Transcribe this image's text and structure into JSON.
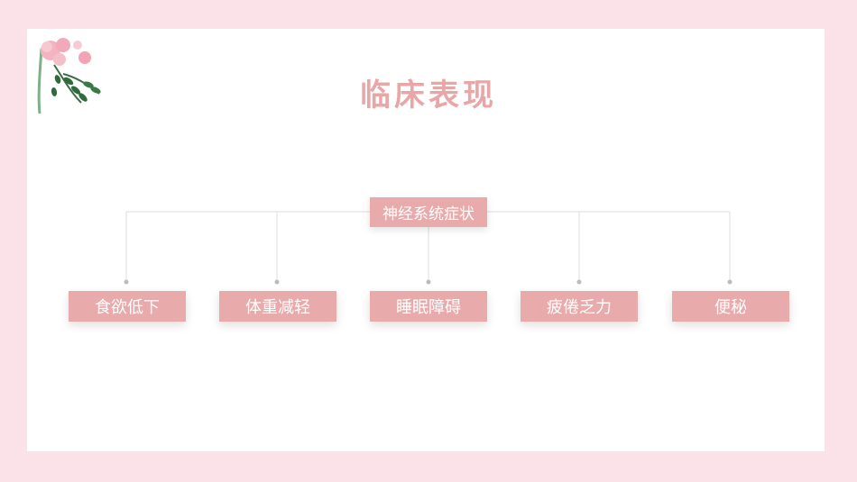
{
  "slide": {
    "title": "临床表现",
    "root": "神经系统症状",
    "children": [
      "食欲低下",
      "体重减轻",
      "睡眠障碍",
      "疲倦乏力",
      "便秘"
    ]
  },
  "colors": {
    "outer_background": "#fbe2e8",
    "slide_background": "#ffffff",
    "title": "#e8a6a6",
    "box_fill": "#e8aaaa",
    "box_text": "#ffffff",
    "connector": "#dddddd",
    "connector_dot": "#bbbbbb"
  },
  "decoration": {
    "corner_icon": "pink-flower-bouquet-icon"
  }
}
